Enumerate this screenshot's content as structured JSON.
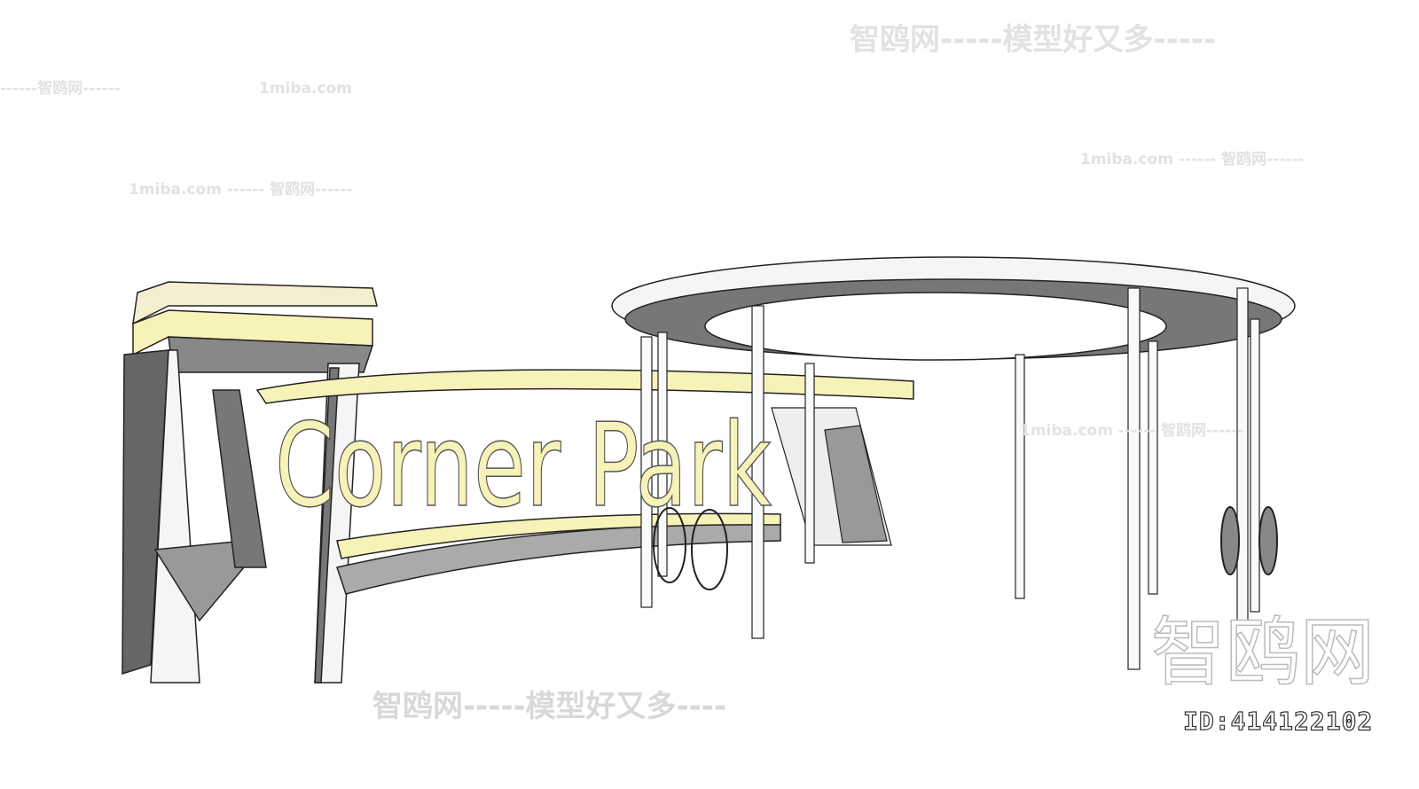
{
  "model": {
    "sign_text": "Corner Park",
    "colors": {
      "accent_yellow": "#f7f2b8",
      "structure_gray": "#808080",
      "outline": "#333333"
    }
  },
  "watermarks": {
    "site_cn": "智鸥网",
    "banner": "智鸥网-----模型好又多-----",
    "banner_short": "智鸥网-----模型好又多----",
    "domain": "1miba.com",
    "dash_site": "------智鸥网------",
    "domain_dash": "1miba.com ------ 智鸥网------",
    "id": "ID:414122102"
  }
}
